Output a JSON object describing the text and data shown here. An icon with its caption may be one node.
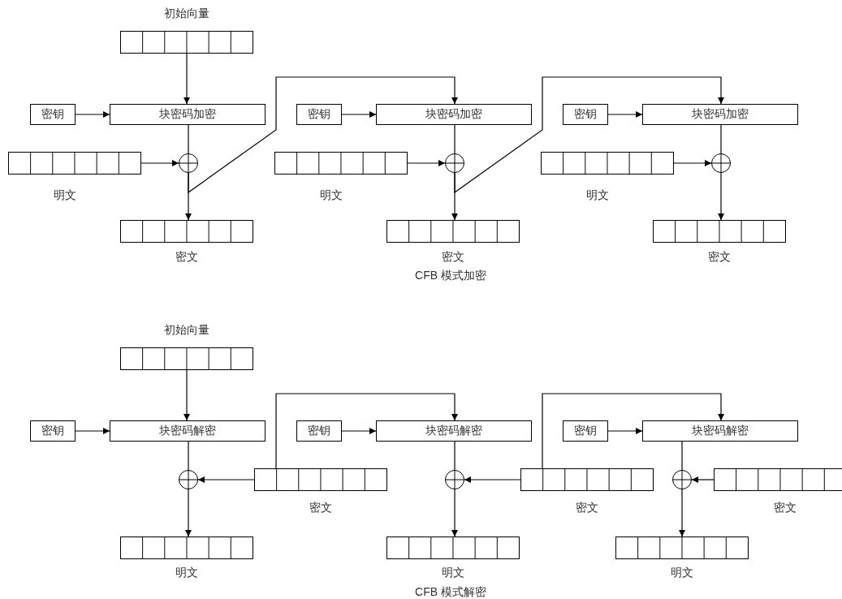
{
  "diagram": {
    "nodes": [
      {
        "text": [],
        "shape": "bar",
        "beside": [
          "初始向量"
        ]
      },
      {
        "text": [
          "密钥"
        ]
      },
      {
        "text": [
          "块密码加密"
        ]
      },
      {
        "text": [],
        "shape": "circle"
      },
      {
        "text": [],
        "shape": "bar",
        "beside": [
          "明文"
        ]
      },
      {
        "text": [],
        "shape": "bar",
        "beside": [
          "密文"
        ]
      },
      {
        "text": [
          "密钥"
        ]
      },
      {
        "text": [
          "块密码加密"
        ]
      },
      {
        "text": [],
        "shape": "circle"
      },
      {
        "text": [],
        "shape": "bar",
        "beside": [
          "明文"
        ]
      },
      {
        "text": [],
        "shape": "bar",
        "beside": [
          "密文"
        ]
      },
      {
        "text": [
          "密钥"
        ]
      },
      {
        "text": [
          "块密码加密"
        ]
      },
      {
        "text": [],
        "shape": "circle"
      },
      {
        "text": [],
        "shape": "bar",
        "beside": [
          "明文"
        ]
      },
      {
        "text": [],
        "shape": "bar",
        "beside": [
          "密文"
        ]
      },
      {
        "text": [],
        "shape": "bar",
        "beside": [
          "初始向量"
        ]
      },
      {
        "text": [
          "密钥"
        ]
      },
      {
        "text": [
          "块密码解密"
        ]
      },
      {
        "text": [],
        "shape": "circle"
      },
      {
        "text": [],
        "shape": "bar",
        "beside": [
          "密文"
        ]
      },
      {
        "text": [],
        "shape": "bar",
        "beside": [
          "明文"
        ]
      },
      {
        "text": [
          "密钥"
        ]
      },
      {
        "text": [
          "块密码解密"
        ]
      },
      {
        "text": [],
        "shape": "circle"
      },
      {
        "text": [],
        "shape": "bar",
        "beside": [
          "密文"
        ]
      },
      {
        "text": [],
        "shape": "bar",
        "beside": [
          "明文"
        ]
      },
      {
        "text": [
          "密钥"
        ]
      },
      {
        "text": [
          "块密码解密"
        ]
      },
      {
        "text": [],
        "shape": "circle"
      },
      {
        "text": [],
        "shape": "bar",
        "beside": [
          "密文"
        ]
      },
      {
        "text": [],
        "shape": "bar",
        "beside": [
          "明文"
        ]
      }
    ],
    "edges": [
      {
        "from": 0,
        "to": 2,
        "arrow": "to"
      },
      {
        "from": 1,
        "to": 2,
        "arrow": "to"
      },
      {
        "from": 2,
        "to": 3,
        "arrow": "none"
      },
      {
        "from": 4,
        "to": 3,
        "arrow": "to"
      },
      {
        "from": 3,
        "to": 5,
        "arrow": "to"
      },
      {
        "from": 3,
        "to": 7,
        "arrow": "to"
      },
      {
        "from": 6,
        "to": 7,
        "arrow": "to"
      },
      {
        "from": 7,
        "to": 8,
        "arrow": "none"
      },
      {
        "from": 9,
        "to": 8,
        "arrow": "to"
      },
      {
        "from": 8,
        "to": 10,
        "arrow": "to"
      },
      {
        "from": 8,
        "to": 12,
        "arrow": "to"
      },
      {
        "from": 11,
        "to": 12,
        "arrow": "to"
      },
      {
        "from": 12,
        "to": 13,
        "arrow": "none"
      },
      {
        "from": 14,
        "to": 13,
        "arrow": "to"
      },
      {
        "from": 13,
        "to": 15,
        "arrow": "to"
      },
      {
        "from": 16,
        "to": 18,
        "arrow": "to"
      },
      {
        "from": 17,
        "to": 18,
        "arrow": "to"
      },
      {
        "from": 18,
        "to": 19,
        "arrow": "none"
      },
      {
        "from": 20,
        "to": 19,
        "arrow": "to"
      },
      {
        "from": 19,
        "to": 21,
        "arrow": "to"
      },
      {
        "from": 20,
        "to": 23,
        "arrow": "to"
      },
      {
        "from": 22,
        "to": 23,
        "arrow": "to"
      },
      {
        "from": 23,
        "to": 24,
        "arrow": "none"
      },
      {
        "from": 25,
        "to": 24,
        "arrow": "to"
      },
      {
        "from": 24,
        "to": 26,
        "arrow": "to"
      },
      {
        "from": 25,
        "to": 28,
        "arrow": "to"
      },
      {
        "from": 27,
        "to": 28,
        "arrow": "to"
      },
      {
        "from": 28,
        "to": 29,
        "arrow": "none"
      },
      {
        "from": 30,
        "to": 29,
        "arrow": "to"
      },
      {
        "from": 29,
        "to": 31,
        "arrow": "to"
      }
    ],
    "labels": [
      "CFB 模式加密",
      "CFB 模式解密"
    ]
  }
}
